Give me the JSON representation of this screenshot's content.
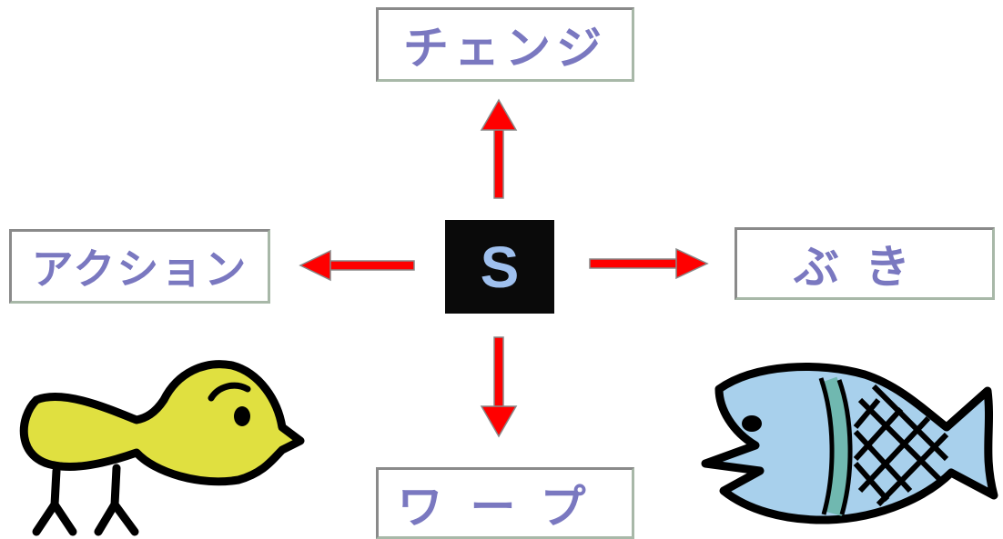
{
  "diagram": {
    "center_key": "S",
    "options": {
      "up": "チェンジ",
      "left": "アクション",
      "right": "ぶき",
      "down": "ワープ"
    }
  },
  "colors": {
    "arrow": "#ff0000",
    "label_text": "#7a78c0",
    "key_background": "#0a0a0a",
    "key_text": "#9fc0ee",
    "bird": "#e0e040",
    "fish": "#a8d0ec",
    "fish_band": "#70b8b0"
  },
  "icons": {
    "left_character": "chick-icon",
    "right_character": "fish-icon"
  }
}
